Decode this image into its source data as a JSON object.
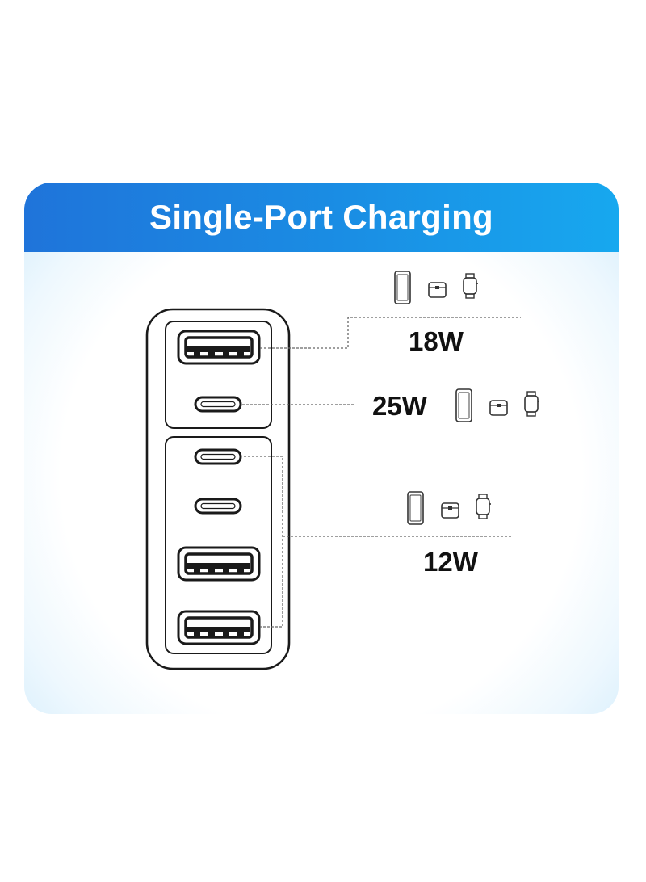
{
  "header": {
    "title": "Single-Port Charging"
  },
  "groups": [
    {
      "id": "top-usb-a",
      "port": "USB-A",
      "power": "18W",
      "devices": [
        "phone-icon",
        "earbuds-case-icon",
        "smartwatch-icon"
      ]
    },
    {
      "id": "top-usb-c",
      "port": "USB-C",
      "power": "25W",
      "devices": [
        "phone-icon",
        "earbuds-case-icon",
        "smartwatch-icon"
      ]
    },
    {
      "id": "lower-ports",
      "port": "USB-C / USB-A",
      "power": "12W",
      "devices": [
        "phone-icon",
        "earbuds-case-icon",
        "smartwatch-icon"
      ]
    }
  ],
  "colors": {
    "banner_start": "#1f74da",
    "banner_end": "#17a8ef",
    "outline": "#1a1a1a",
    "leader": "#666666"
  }
}
